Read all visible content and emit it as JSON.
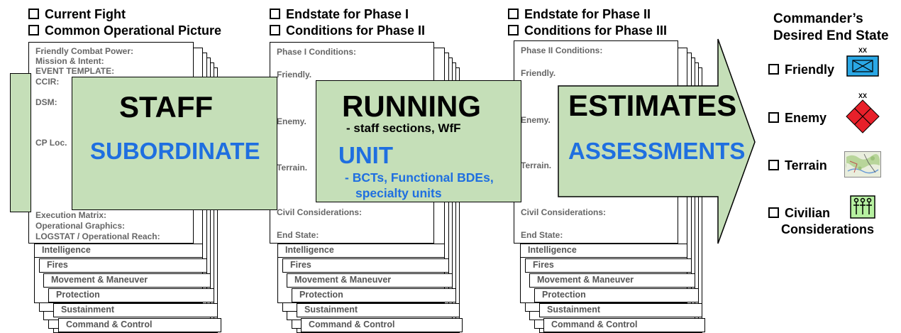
{
  "columns": [
    {
      "headers": [
        "Current Fight",
        "Common Operational Picture"
      ],
      "top_labels": [
        "Friendly Combat Power:",
        "Mission & Intent:",
        "EVENT TEMPLATE:",
        "CCIR:",
        "DSM:",
        "CP Loc."
      ],
      "bottom_labels": [
        "Execution Matrix:",
        "Operational Graphics:",
        "LOGSTAT / Operational Reach:"
      ],
      "tabs": [
        "Intelligence",
        "Fires",
        "Movement & Maneuver",
        "Protection",
        "Sustainment",
        "Command & Control"
      ]
    },
    {
      "headers": [
        "Endstate for Phase I",
        "Conditions for Phase II"
      ],
      "top_labels": [
        "Phase I Conditions:",
        "Friendly.",
        "Enemy.",
        "Terrain."
      ],
      "bottom_labels": [
        "Civil Considerations:",
        "End State:"
      ],
      "tabs": [
        "Intelligence",
        "Fires",
        "Movement & Maneuver",
        "Protection",
        "Sustainment",
        "Command & Control"
      ]
    },
    {
      "headers": [
        "Endstate for Phase II",
        "Conditions for Phase III"
      ],
      "top_labels": [
        "Phase II Conditions:",
        "Friendly.",
        "Enemy.",
        "Terrain."
      ],
      "bottom_labels": [
        "Civil Considerations:",
        "End State:"
      ],
      "tabs": [
        "Intelligence",
        "Fires",
        "Movement & Maneuver",
        "Protection",
        "Sustainment",
        "Command & Control"
      ]
    }
  ],
  "arrow": {
    "staff": "STAFF",
    "subordinate": "SUBORDINATE",
    "running": "RUNNING",
    "running_sub": "- staff sections, WfF",
    "unit": "UNIT",
    "unit_sub_1": "- BCTs, Functional BDEs,",
    "unit_sub_2": "specialty units",
    "estimates": "ESTIMATES",
    "assessments": "ASSESSMENTS"
  },
  "commander": {
    "title_1": "Commander’s",
    "title_2": "Desired End State",
    "items": [
      "Friendly",
      "Enemy",
      "Terrain",
      "Civilian",
      "Considerations"
    ],
    "echelon_marks": [
      "XX",
      "XX"
    ]
  },
  "colors": {
    "arrow_fill": "#c5dfb8",
    "blue_text": "#1f6fe0",
    "friendly": "#2aa8e6",
    "enemy": "#e8202a",
    "civilian": "#b6f0a0"
  }
}
